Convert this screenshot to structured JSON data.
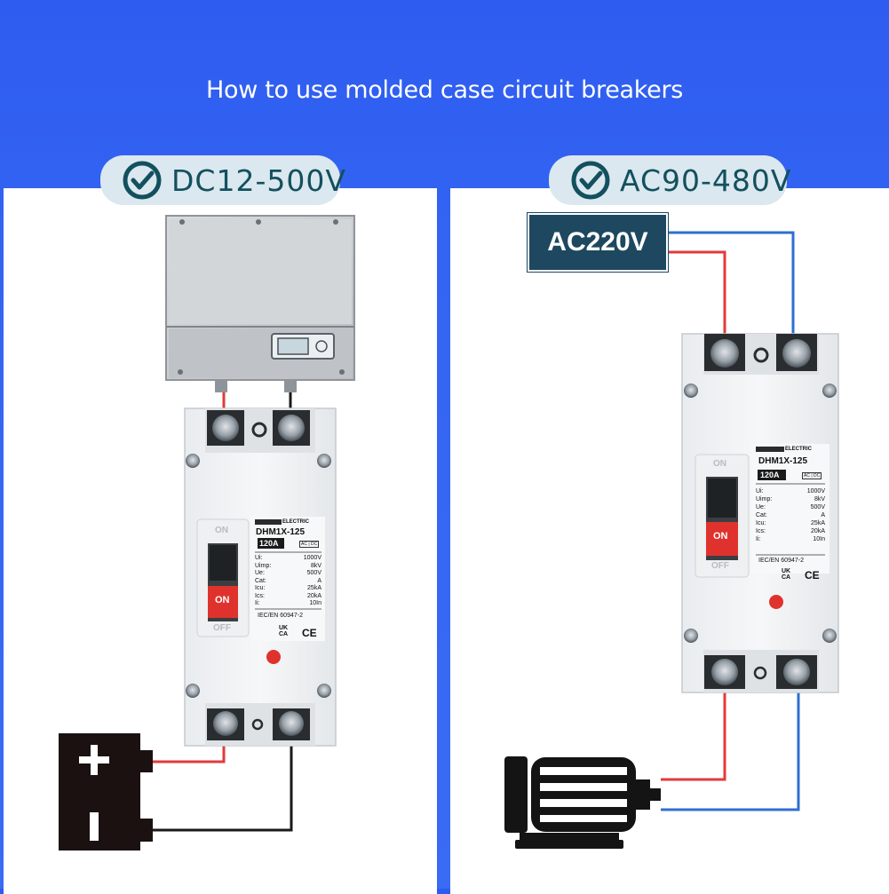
{
  "title": "How to use molded case circuit breakers",
  "left": {
    "badge_text": "DC12-500V",
    "breaker": {
      "brand": "ELECTRIC",
      "model": "DHM1X-125",
      "rating": "120A",
      "current_type": "AC | DC",
      "switch_on": "ON",
      "switch_off": "OFF",
      "switch_state": "ON",
      "specs": [
        {
          "k": "Ui:",
          "v": "1000V"
        },
        {
          "k": "Uimp:",
          "v": "8kV"
        },
        {
          "k": "Ue:",
          "v": "500V"
        },
        {
          "k": "Cat:",
          "v": "A"
        },
        {
          "k": "Icu:",
          "v": "25kA"
        },
        {
          "k": "Ics:",
          "v": "20kA"
        },
        {
          "k": "Ii:",
          "v": "10In"
        }
      ],
      "standard": "IEC/EN 60947-2"
    }
  },
  "right": {
    "badge_text": "AC90-480V",
    "source_label": "AC220V",
    "breaker": {
      "brand": "ELECTRIC",
      "model": "DHM1X-125",
      "rating": "120A",
      "current_type": "AC | DC",
      "switch_on": "ON",
      "switch_off": "OFF",
      "switch_state": "ON",
      "specs": [
        {
          "k": "Ui:",
          "v": "1000V"
        },
        {
          "k": "Uimp:",
          "v": "8kV"
        },
        {
          "k": "Ue:",
          "v": "500V"
        },
        {
          "k": "Cat:",
          "v": "A"
        },
        {
          "k": "Icu:",
          "v": "25kA"
        },
        {
          "k": "Ics:",
          "v": "20kA"
        },
        {
          "k": "Ii:",
          "v": "10In"
        }
      ],
      "standard": "IEC/EN 60947-2"
    }
  },
  "colors": {
    "background": "#3465f2",
    "badge_bg": "#dbe8ef",
    "badge_text": "#13505e",
    "wire_positive": "#e23a3a",
    "wire_negative": "#1a1a1a",
    "wire_neutral": "#2f6fd0",
    "on_switch": "#e0322d",
    "source_box": "#1d4860"
  },
  "icons": [
    "check-circle-icon",
    "inverter-icon",
    "battery-icon",
    "motor-icon",
    "terminal-screw-icon",
    "ce-mark-icon",
    "ukca-mark-icon"
  ]
}
